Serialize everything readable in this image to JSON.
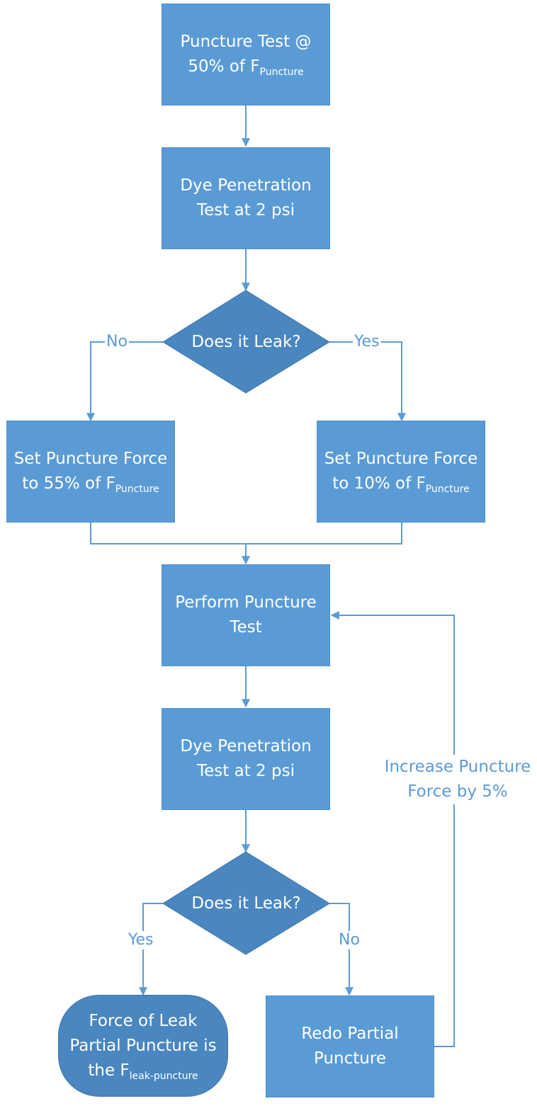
{
  "nodes": {
    "puncture_test": {
      "line1": "Puncture Test @",
      "line2_main": "50% of F",
      "line2_sub": "Puncture"
    },
    "dye_test_1": {
      "line1": "Dye Penetration",
      "line2": "Test at 2 psi"
    },
    "leak_check_1": {
      "label": "Does it Leak?"
    },
    "set_force_55": {
      "line1": "Set Puncture Force",
      "line2_main": "to 55% of F",
      "line2_sub": "Puncture"
    },
    "set_force_10": {
      "line1": "Set Puncture Force",
      "line2_main": "to 10% of F",
      "line2_sub": "Puncture"
    },
    "perform_puncture": {
      "line1": "Perform Puncture",
      "line2": "Test"
    },
    "dye_test_2": {
      "line1": "Dye Penetration",
      "line2": "Test at 2 psi"
    },
    "leak_check_2": {
      "label": "Does it Leak?"
    },
    "final_force": {
      "line1": "Force of Leak",
      "line2": "Partial Puncture is",
      "line3_main": "the F",
      "line3_sub": "leak-puncture"
    },
    "redo_partial": {
      "line1": "Redo Partial",
      "line2": "Puncture"
    }
  },
  "edge_labels": {
    "no_1": "No",
    "yes_1": "Yes",
    "yes_2": "Yes",
    "no_2": "No",
    "increase_line1": "Increase Puncture",
    "increase_line2": "Force by 5%"
  },
  "colors": {
    "box_fill": "#5b9bd5",
    "decision_fill": "#4a86bf",
    "connector": "#5b9bd5",
    "text": "#ffffff"
  }
}
